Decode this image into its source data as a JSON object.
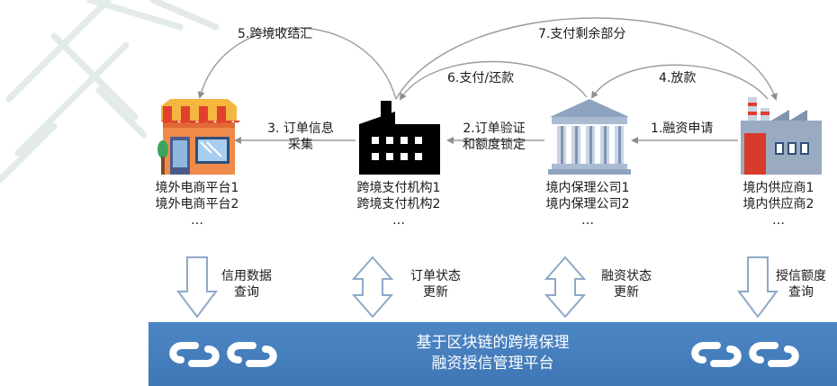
{
  "flow_labels": {
    "step5": "5.跨境收结汇",
    "step7": "7.支付剩余部分",
    "step6": "6.支付/还款",
    "step4": "4.放款",
    "step3_line1": "3. 订单信息",
    "step3_line2": "采集",
    "step2_line1": "2.订单验证",
    "step2_line2": "和额度锁定",
    "step1": "1.融资申请"
  },
  "entities": [
    {
      "lines": [
        "境外电商平台1",
        "境外电商平台2",
        "…"
      ],
      "icon": "storefront-icon"
    },
    {
      "lines": [
        "跨境支付机构1",
        "跨境支付机构2",
        "…"
      ],
      "icon": "factory-building-icon"
    },
    {
      "lines": [
        "境内保理公司1",
        "境内保理公司2",
        "…"
      ],
      "icon": "bank-building-icon"
    },
    {
      "lines": [
        "境内供应商1",
        "境内供应商2",
        "…"
      ],
      "icon": "supplier-factory-icon"
    }
  ],
  "platform_links": [
    {
      "lines": [
        "信用数据",
        "查询"
      ],
      "arrow": "down-arrow-icon"
    },
    {
      "lines": [
        "订单状态",
        "更新"
      ],
      "arrow": "up-down-arrow-icon"
    },
    {
      "lines": [
        "融资状态",
        "更新"
      ],
      "arrow": "up-down-arrow-icon"
    },
    {
      "lines": [
        "授信额度",
        "查询"
      ],
      "arrow": "down-arrow-icon"
    }
  ],
  "platform": {
    "title_line1": "基于区块链的跨境保理",
    "title_line2": "融资授信管理平台",
    "icon": "chain-link-icon"
  },
  "colors": {
    "platform_bar": "#4377b8",
    "arrow_outline": "#8fa8c8",
    "connector": "#9a9a9a",
    "watermark": "#e4ece8"
  }
}
